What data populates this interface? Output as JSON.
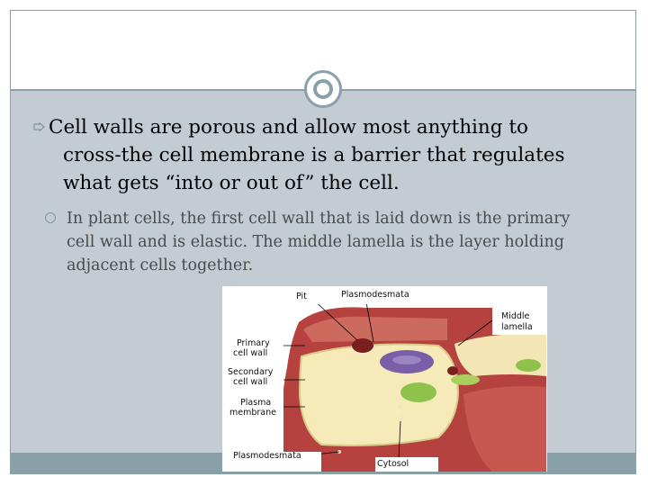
{
  "slide": {
    "bullet1": {
      "line1": "Cell walls are porous and allow most anything to",
      "line2": "cross-the cell membrane is a barrier that regulates",
      "line3": "what gets “into or out of” the cell."
    },
    "bullet2": {
      "line1": "In plant cells, the first cell wall that is laid down is the primary",
      "line2": "cell wall and is elastic.  The middle lamella is the layer holding",
      "line3": "adjacent cells together."
    }
  },
  "diagram": {
    "labels": {
      "pit": "Pit",
      "plasmodesmata_top": "Plasmodesmata",
      "middle_lamella_1": "Middle",
      "middle_lamella_2": "lamella",
      "primary_wall_1": "Primary",
      "primary_wall_2": "cell wall",
      "secondary_wall_1": "Secondary",
      "secondary_wall_2": "cell wall",
      "plasma_membrane_1": "Plasma",
      "plasma_membrane_2": "membrane",
      "plasmodesmata_bottom": "Plasmodesmata",
      "cytosol": "Cytosol"
    }
  },
  "colors": {
    "content_bg": "#c3ccd3",
    "accent": "#8aa0a8",
    "wall_red": "#b5423f",
    "cytoplasm": "#f4e6b4",
    "vacuole": "#7a5fa8",
    "chloroplast": "#8fc24a"
  }
}
